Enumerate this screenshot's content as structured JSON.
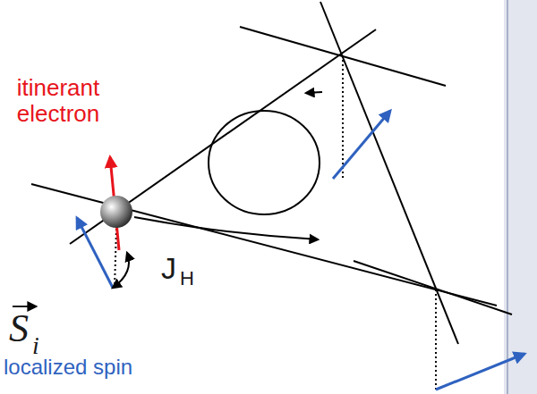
{
  "diagram": {
    "labels": [
      "itinerant electron",
      "S",
      "i",
      "J",
      "H",
      "localized spin"
    ]
  }
}
